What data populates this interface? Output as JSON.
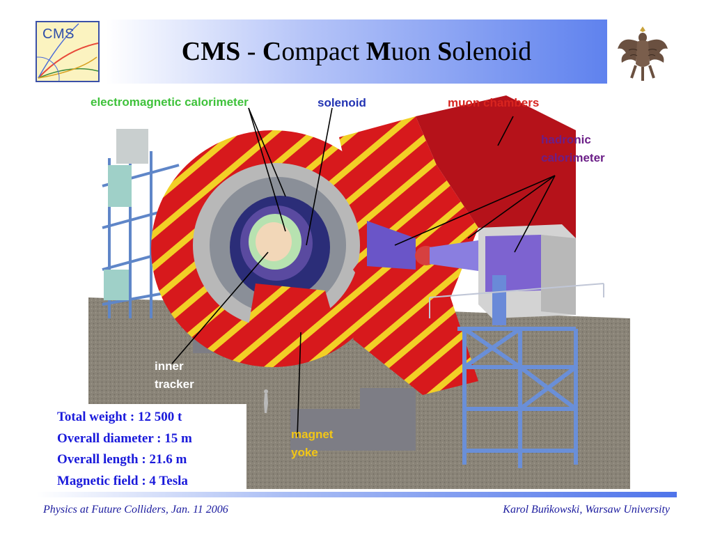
{
  "logo": {
    "text": "CMS"
  },
  "title": {
    "part1": "CMS",
    "sep": " - ",
    "c": "C",
    "ompact": "ompact ",
    "m": "M",
    "uon": "uon ",
    "s": "S",
    "olenoid": "olenoid"
  },
  "labels": {
    "electromagnetic_calorimeter": "electromagnetic calorimeter",
    "solenoid": "solenoid",
    "muon_chambers": "muon chambers",
    "hadronic_calorimeter": [
      "hadronic",
      "calorimeter"
    ],
    "inner_tracker": [
      "inner",
      "tracker"
    ],
    "magnet_yoke": [
      "magnet",
      "yoke"
    ]
  },
  "specs": [
    "Total weight : 12 500 t",
    "Overall diameter : 15 m",
    "Overall length : 21.6 m",
    "Magnetic field : 4 Tesla"
  ],
  "footer": {
    "left": "Physics at Future Colliders, Jan. 11 2006",
    "right": "Karol Buńkowski, Warsaw University"
  },
  "colors": {
    "label_green": "#3fc23b",
    "label_blue": "#2233b3",
    "label_red": "#d8241f",
    "label_purple": "#6b1e87",
    "label_yellow": "#f2c616",
    "spec_blue": "#1a1adb",
    "footer_blue": "#1a1a9e"
  }
}
